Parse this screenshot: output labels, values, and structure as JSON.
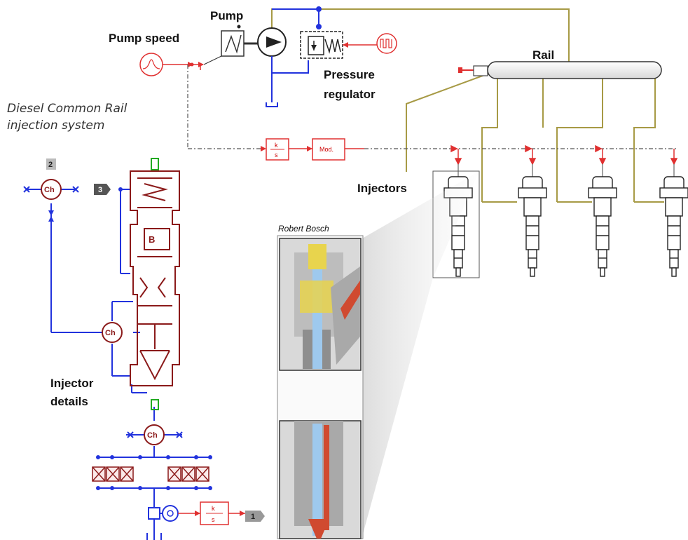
{
  "labels": {
    "pump": "Pump",
    "pump_speed": "Pump speed",
    "pressure_regulator_1": "Pressure",
    "pressure_regulator_2": "regulator",
    "rail": "Rail",
    "system_1": "Diesel Common Rail",
    "system_2": "injection system",
    "injectors": "Injectors",
    "injector_details_1": "Injector",
    "injector_details_2": "details",
    "robert_bosch": "Robert Bosch"
  },
  "blocks": {
    "integrator_num": "k",
    "integrator_den": "s",
    "mod": "Mod.",
    "chamber": "Ch",
    "tag_2": "2",
    "tag_3": "3",
    "tag_1": "1"
  },
  "colors": {
    "hydraulic_line": "#a79a45",
    "signal_line": "#555555",
    "control_red": "#e03030",
    "injector_maroon": "#8b1a1a",
    "blue_line": "#2233dd",
    "green": "#22aa22"
  }
}
